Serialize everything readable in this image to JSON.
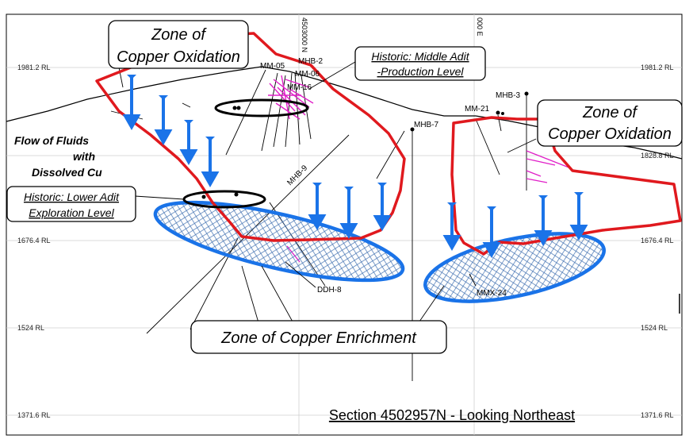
{
  "rl_labels": [
    "1981.2 RL",
    "1828.8 RL",
    "1676.4 RL",
    "1524 RL",
    "1371.6 RL"
  ],
  "grid_labels": {
    "north": "4503000 N",
    "east": "000 E"
  },
  "drillholes": {
    "mm05": "MM-05",
    "mhb2": "MHB-2",
    "mm06": "MM-06",
    "mm16": "MM-16",
    "mhb3": "MHB-3",
    "mm21": "MM-21",
    "mhb7": "MHB-7",
    "mhb9": "MHB-9",
    "ddh8": "DDH-8",
    "mmx24": "MMX-24"
  },
  "labels": {
    "zone_oxidation_left_1": "Zone of",
    "zone_oxidation_left_2": "Copper Oxidation",
    "zone_oxidation_right_1": "Zone of",
    "zone_oxidation_right_2": "Copper Oxidation",
    "middle_adit_1": "Historic: Middle Adit",
    "middle_adit_2": "-Production Level",
    "lower_adit_1": "Historic: Lower Adit",
    "lower_adit_2": "Exploration Level",
    "fluids_1": "Flow of Fluids",
    "fluids_2": "with",
    "fluids_3": "Dissolved Cu",
    "enrichment": "Zone of Copper Enrichment",
    "section": "Section 4502957N - Looking Northeast"
  },
  "colors": {
    "oxidation_outline": "#e0191e",
    "enrichment_outline": "#1a73e8",
    "arrow": "#1a73e8",
    "drill_trace": "#e020c8",
    "adit_outline": "#000000"
  }
}
